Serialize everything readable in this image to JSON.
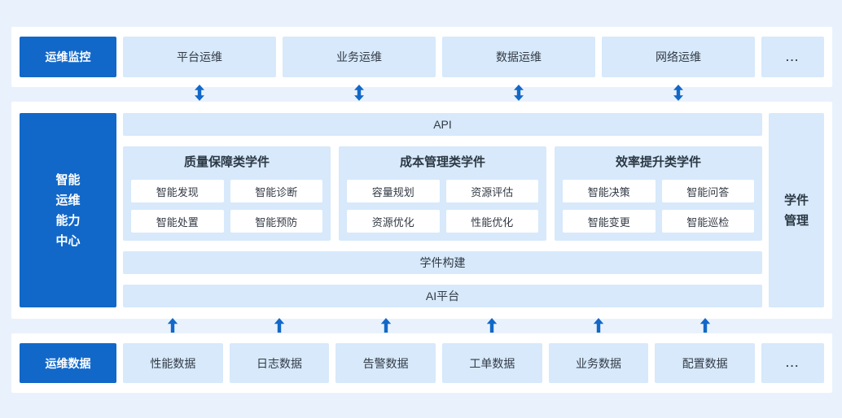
{
  "colors": {
    "accent": "#1268C8",
    "box_fill": "#D7E9FB",
    "canvas_bg": "#E9F2FC",
    "text": "#333A45"
  },
  "icons": {
    "bidirectional_arrow": "↕",
    "up_arrow": "↑"
  },
  "top": {
    "label": "运维监控",
    "items": [
      "平台运维",
      "业务运维",
      "数据运维",
      "网络运维"
    ],
    "more": "..."
  },
  "middle": {
    "left_lines": [
      "智能",
      "运维",
      "能力",
      "中心"
    ],
    "api_label": "API",
    "columns": [
      {
        "title": "质量保障类学件",
        "items": [
          "智能发现",
          "智能诊断",
          "智能处置",
          "智能预防"
        ]
      },
      {
        "title": "成本管理类学件",
        "items": [
          "容量规划",
          "资源评估",
          "资源优化",
          "性能优化"
        ]
      },
      {
        "title": "效率提升类学件",
        "items": [
          "智能决策",
          "智能问答",
          "智能变更",
          "智能巡检"
        ]
      }
    ],
    "build_label": "学件构建",
    "ai_label": "AI平台",
    "right_lines": [
      "学件",
      "管理"
    ]
  },
  "bottom": {
    "label": "运维数据",
    "items": [
      "性能数据",
      "日志数据",
      "告警数据",
      "工单数据",
      "业务数据",
      "配置数据"
    ],
    "more": "..."
  }
}
